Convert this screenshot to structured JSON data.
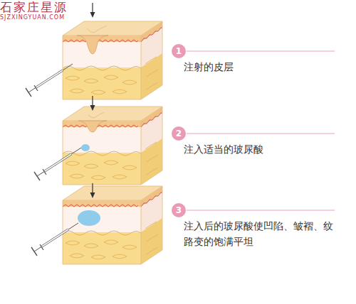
{
  "diagram": {
    "nodes": [
      {
        "text": [
          "1"
        ]
      },
      {
        "text": [
          "2"
        ]
      },
      {
        "text": [
          "3"
        ]
      }
    ],
    "labels": [
      "注射的皮层",
      "注入适当的玻尿酸",
      "注入后的玻尿酸使凹陷、皱褶、纹路变的饱满平坦",
      "石家庄星源",
      "SJZXINGYUAN.COM"
    ]
  }
}
